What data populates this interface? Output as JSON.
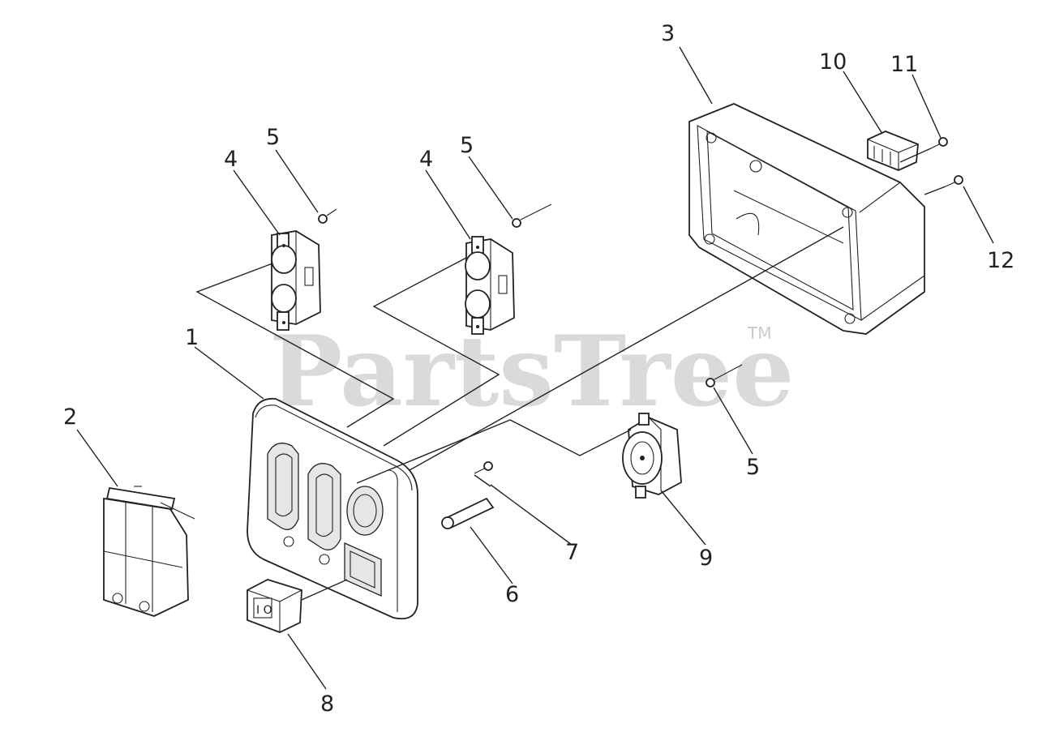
{
  "watermark": {
    "text": "PartsTree",
    "trademark": "TM"
  },
  "callouts": [
    {
      "id": "c1",
      "text": "1"
    },
    {
      "id": "c2",
      "text": "2"
    },
    {
      "id": "c3",
      "text": "3"
    },
    {
      "id": "c4a",
      "text": "4"
    },
    {
      "id": "c4b",
      "text": "4"
    },
    {
      "id": "c5a",
      "text": "5"
    },
    {
      "id": "c5b",
      "text": "5"
    },
    {
      "id": "c5c",
      "text": "5"
    },
    {
      "id": "c6",
      "text": "6"
    },
    {
      "id": "c7",
      "text": "7"
    },
    {
      "id": "c8",
      "text": "8"
    },
    {
      "id": "c9",
      "text": "9"
    },
    {
      "id": "c10",
      "text": "10"
    },
    {
      "id": "c11",
      "text": "11"
    },
    {
      "id": "c12",
      "text": "12"
    }
  ]
}
